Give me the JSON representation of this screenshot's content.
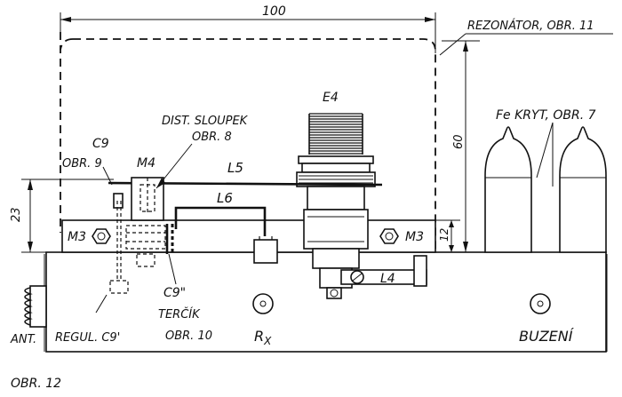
{
  "figure_label": "OBR. 12",
  "dimensions": {
    "width_top": "100",
    "height_right": "60",
    "height_left": "23",
    "height_small": "12"
  },
  "labels": {
    "rezonator": "REZONÁTOR, OBR. 11",
    "e4": "E4",
    "fe_kryt": "Fe KRYT, OBR. 7",
    "dist_sloupek_1": "DIST. SLOUPEK",
    "dist_sloupek_2": "OBR. 8",
    "c9": "C9",
    "c9_obr": "OBR. 9",
    "m4": "M4",
    "l5": "L5",
    "l6": "L6",
    "m3_left": "M3",
    "m3_right": "M3",
    "l4": "L4",
    "c9_double": "C9\"",
    "tercik_1": "TERČÍK",
    "tercik_2": "OBR. 10",
    "regul": "REGUL. C9'",
    "rx_main": "R",
    "rx_sub": "X",
    "buzeni": "BUZENÍ",
    "ant": "ANT."
  }
}
